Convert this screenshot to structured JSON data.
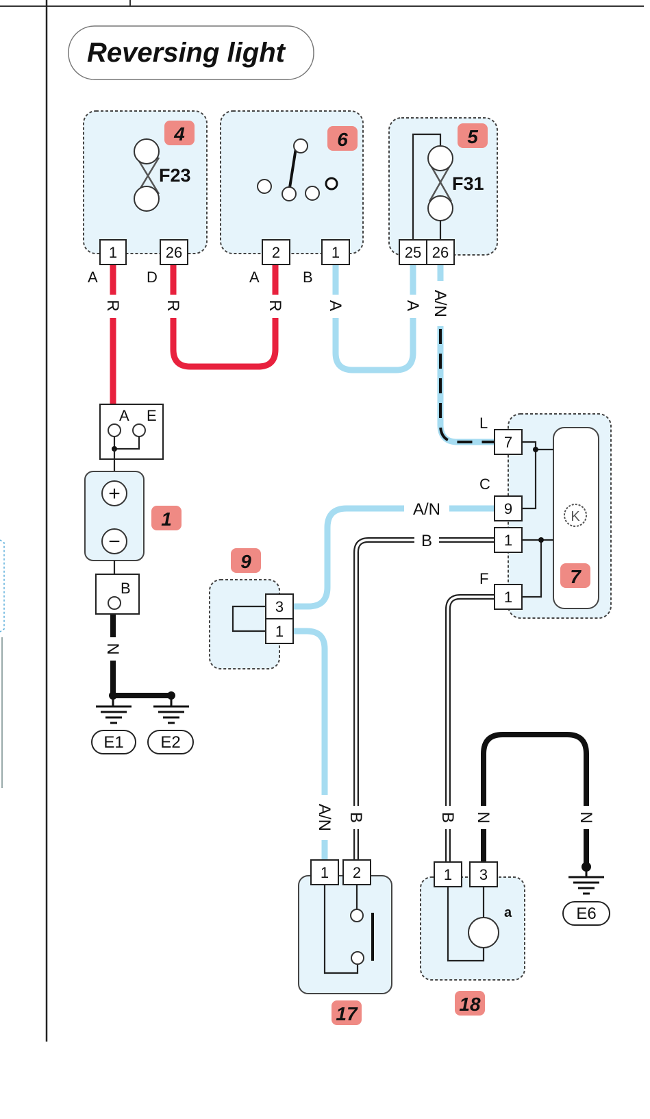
{
  "title": "Reversing light",
  "components": [
    {
      "id": "4",
      "label": "4",
      "fuse": "F23",
      "pins": [
        "1",
        "26"
      ]
    },
    {
      "id": "6",
      "label": "6",
      "pins": [
        "2",
        "1"
      ]
    },
    {
      "id": "5",
      "label": "5",
      "fuse": "F31",
      "pins": [
        "25",
        "26"
      ]
    },
    {
      "id": "1",
      "label": "1",
      "plus": "+",
      "minus": "−"
    },
    {
      "id": "7",
      "label": "7",
      "pins": [
        "7",
        "9",
        "1",
        "1"
      ]
    },
    {
      "id": "9",
      "label": "9",
      "pins": [
        "3",
        "1"
      ]
    },
    {
      "id": "17",
      "label": "17",
      "pins": [
        "1",
        "2"
      ]
    },
    {
      "id": "18",
      "label": "18",
      "pins": [
        "1",
        "3"
      ],
      "lamp": "a"
    }
  ],
  "connector_letters": {
    "c4_pin1": "A",
    "c4_pin26": "D",
    "c6_pin2": "A",
    "c6_pin1": "B",
    "battery_top_a": "A",
    "battery_top_e": "E",
    "battery_bottom": "B",
    "c7_l": "L",
    "c7_c": "C",
    "c7_f": "F"
  },
  "wire_codes": {
    "red1": "R",
    "red2": "R",
    "red3": "R",
    "blue1": "A",
    "blue2": "A",
    "an_vertical": "A/N",
    "an_horizontal": "A/N",
    "b_horizontal": "B",
    "battery_ground": "N",
    "to17_an": "A/N",
    "to17_b": "B",
    "to18_b": "B",
    "to18_n": "N",
    "ground_n": "N"
  },
  "grounds": {
    "g1": "E1",
    "g2": "E2",
    "g3": "E6"
  },
  "colors": {
    "red_wire": "#e8213e",
    "blue_wire": "#a6dcf1",
    "black_wire": "#111111",
    "badge": "#ef8a84",
    "component_fill": "#e6f4fb"
  }
}
